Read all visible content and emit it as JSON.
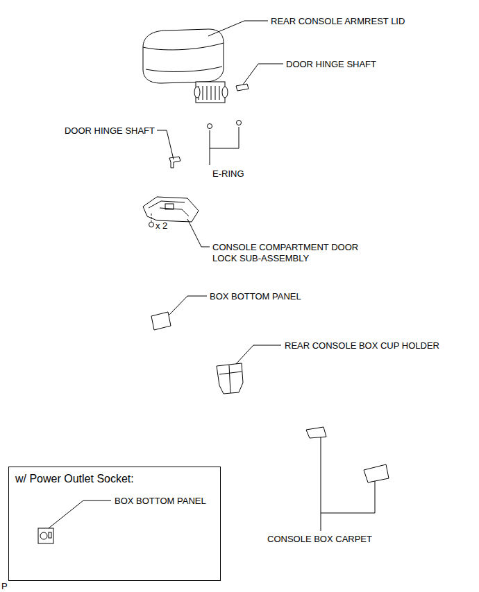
{
  "diagram": {
    "nodes": [
      {
        "text": [
          "w/ Power Outlet Socket:",
          "BOX BOTTOM PANEL"
        ]
      }
    ],
    "labels": [
      "REAR CONSOLE ARMREST LID",
      "DOOR HINGE SHAFT",
      "DOOR HINGE SHAFT",
      "E-RING",
      "x 2",
      "CONSOLE COMPARTMENT DOOR LOCK SUB-ASSEMBLY",
      "BOX BOTTOM PANEL",
      "REAR CONSOLE BOX CUP HOLDER",
      "CONSOLE BOX CARPET",
      "P"
    ]
  }
}
